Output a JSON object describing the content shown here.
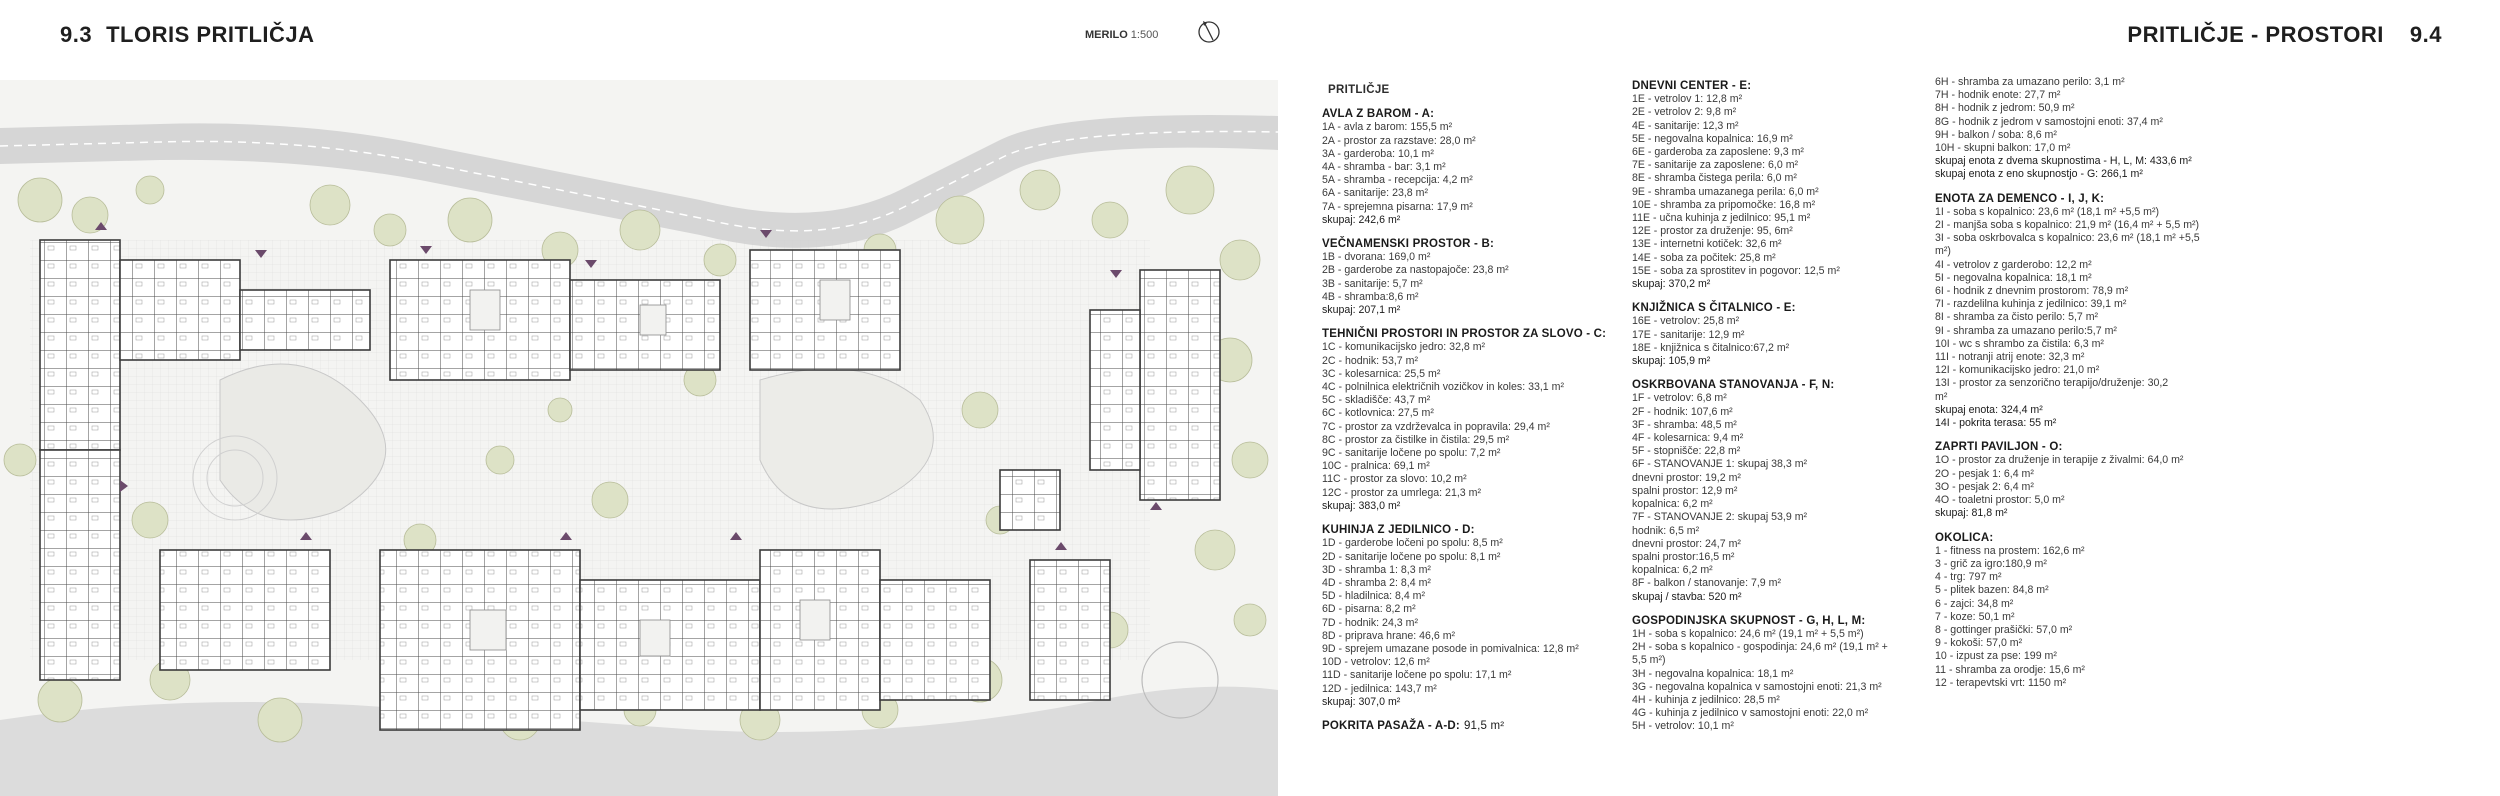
{
  "header_left": {
    "number": "9.3",
    "title": "TLORIS PRITLIČJA"
  },
  "header_right": {
    "title": "PRITLIČJE - PROSTORI",
    "number": "9.4"
  },
  "scale": {
    "label": "MERILO",
    "value": "1:500"
  },
  "legend": {
    "title": "PRITLIČJE",
    "col1": [
      {
        "heading": "AVLA Z BAROM - A:",
        "items": [
          "1A - avla z barom: 155,5 m²",
          "2A - prostor za razstave: 28,0 m²",
          "3A - garderoba: 10,1 m²",
          "4A - shramba - bar: 3,1 m²",
          "5A - shramba - recepcija: 4,2 m²",
          "6A - sanitarije: 23,8 m²",
          "7A - sprejemna pisarna: 17,9 m²"
        ],
        "total": "skupaj: 242,6 m²"
      },
      {
        "heading": "VEČNAMENSKI PROSTOR - B:",
        "items": [
          "1B - dvorana: 169,0 m²",
          "2B - garderobe za nastopajoče: 23,8 m²",
          "3B - sanitarije: 5,7 m²",
          "4B - shramba:8,6 m²"
        ],
        "total": "skupaj: 207,1 m²"
      },
      {
        "heading": "TEHNIČNI PROSTORI IN PROSTOR ZA SLOVO - C:",
        "items": [
          "1C - komunikacijsko jedro: 32,8 m²",
          "2C - hodnik: 53,7 m²",
          "3C - kolesarnica: 25,5 m²",
          "4C - polnilnica električnih vozičkov in koles: 33,1 m²",
          "5C - skladišče: 43,7 m²",
          "6C - kotlovnica: 27,5 m²",
          "7C - prostor za vzdrževalca in popravila: 29,4 m²",
          "8C - prostor za čistilke in čistila: 29,5 m²",
          "9C - sanitarije ločene po spolu: 7,2 m²",
          "10C - pralnica: 69,1 m²",
          "11C - prostor za slovo: 10,2 m²",
          "12C - prostor za umrlega: 21,3 m²"
        ],
        "total": "skupaj: 383,0 m²"
      },
      {
        "heading": "KUHINJA Z JEDILNICO - D:",
        "items": [
          "1D - garderobe ločeni po spolu: 8,5 m²",
          "2D - sanitarije ločene po spolu: 8,1 m²",
          "3D - shramba 1: 8,3 m²",
          "4D - shramba 2: 8,4 m²",
          "5D - hladilnica: 8,4 m²",
          "6D - pisarna: 8,2 m²",
          "7D - hodnik: 24,3 m²",
          "8D - priprava hrane: 46,6 m²",
          "9D - sprejem umazane posode in pomivalnica: 12,8 m²",
          "10D - vetrolov: 12,6 m²",
          "11D - sanitarije ločene po spolu: 17,1 m²",
          "12D - jedilnica: 143,7 m²"
        ],
        "total": "skupaj: 307,0 m²"
      },
      {
        "heading": "POKRITA PASAŽA - A-D:",
        "heading_value": "91,5 m²",
        "items": [],
        "total": ""
      }
    ],
    "col2": [
      {
        "heading": "DNEVNI CENTER - E:",
        "items": [
          "1E - vetrolov 1: 12,8 m²",
          "2E - vetrolov 2: 9,8 m²",
          "4E - sanitarije: 12,3 m²",
          "5E - negovalna kopalnica: 16,9 m²",
          "6E - garderoba za zaposlene: 9,3 m²",
          "7E - sanitarije za zaposlene: 6,0 m²",
          "8E - shramba čistega perila: 6,0 m²",
          "9E - shramba umazanega perila: 6,0 m²",
          "10E - shramba za pripomočke: 16,8 m²",
          "11E - učna kuhinja z jedilnico: 95,1 m²",
          "12E - prostor za druženje: 95, 6m²",
          "13E - internetni kotiček: 32,6 m²",
          "14E - soba za počitek: 25,8 m²",
          "15E - soba za sprostitev in pogovor: 12,5 m²"
        ],
        "total": "skupaj: 370,2 m²"
      },
      {
        "heading": "KNJIŽNICA S ČITALNICO - E:",
        "items": [
          "16E - vetrolov: 25,8 m²",
          "17E - sanitarije: 12,9 m²",
          "18E - knjižnica s čitalnico:67,2 m²"
        ],
        "total": "skupaj: 105,9 m²"
      },
      {
        "heading": "OSKRBOVANA STANOVANJA - F, N:",
        "items": [
          "1F - vetrolov: 6,8 m²",
          "2F - hodnik: 107,6 m²",
          "3F - shramba: 48,5 m²",
          "4F - kolesarnica: 9,4 m²",
          "5F - stopnišče: 22,8 m²",
          "6F - STANOVANJE 1: skupaj 38,3 m²",
          "dnevni prostor: 19,2 m²",
          "spalni prostor: 12,9 m²",
          "kopalnica: 6,2 m²",
          "7F - STANOVANJE 2: skupaj 53,9 m²",
          "hodnik: 6,5 m²",
          "dnevni prostor: 24,7 m²",
          "spalni prostor:16,5 m²",
          "kopalnica: 6,2 m²",
          "8F - balkon / stanovanje: 7,9 m²"
        ],
        "total": "skupaj / stavba: 520 m²"
      },
      {
        "heading": "GOSPODINJSKA SKUPNOST - G, H, L, M:",
        "items": [
          "1H - soba s kopalnico: 24,6 m² (19,1 m² + 5,5 m²)",
          "2H - soba s kopalnico - gospodinja: 24,6 m² (19,1 m² +",
          "5,5 m²)",
          "3H - negovalna kopalnica: 18,1 m²",
          "3G - negovalna kopalnica v samostojni enoti: 21,3 m²",
          "4H - kuhinja z jedilnico: 28,5 m²",
          "4G - kuhinja z jedilnico v samostojni enoti: 22,0 m²",
          "5H - vetrolov: 10,1 m²"
        ],
        "total": ""
      }
    ],
    "col3": [
      {
        "heading": "",
        "items": [
          "6H - shramba za umazano perilo: 3,1 m²",
          "7H - hodnik enote: 27,7 m²",
          "8H - hodnik z jedrom: 50,9 m²",
          "8G - hodnik z jedrom v samostojni enoti: 37,4 m²",
          "9H - balkon / soba: 8,6 m²",
          "10H - skupni balkon: 17,0 m²"
        ],
        "totals": [
          "skupaj enota z dvema skupnostima - H, L, M: 433,6 m²",
          "skupaj enota z eno skupnostjo - G: 266,1 m²"
        ]
      },
      {
        "heading": "ENOTA ZA DEMENCO - I, J, K:",
        "items": [
          "1I - soba s kopalnico: 23,6 m² (18,1 m² +5,5 m²)",
          "2I - manjša soba s kopalnico: 21,9 m² (16,4 m² + 5,5 m²)",
          "3I - soba oskrbovalca s kopalnico: 23,6 m² (18,1 m² +5,5",
          "m²)",
          "4I - vetrolov z garderobo: 12,2 m²",
          "5I - negovalna kopalnica: 18,1 m²",
          "6I - hodnik z dnevnim prostorom: 78,9 m²",
          "7I - razdelilna kuhinja z jedilnico: 39,1 m²",
          "8I - shramba za čisto perilo: 5,7 m²",
          "9I - shramba za umazano perilo:5,7 m²",
          "10I - wc s shrambo za čistila: 6,3 m²",
          "11I - notranji atrij enote: 32,3 m²",
          "12I - komunikacijsko jedro: 21,0 m²",
          "13I - prostor za senzorično terapijo/druženje: 30,2",
          "m²"
        ],
        "totals": [
          "skupaj enota: 324,4 m²",
          "14I - pokrita terasa: 55 m²"
        ]
      },
      {
        "heading": "ZAPRTI PAVILJON - O:",
        "items": [
          "1O - prostor za druženje in terapije z živalmi: 64,0 m²",
          "2O - pesjak 1: 6,4 m²",
          "3O - pesjak 2: 6,4 m²",
          "4O - toaletni prostor: 5,0 m²"
        ],
        "totals": [
          "skupaj: 81,8 m²"
        ]
      },
      {
        "heading": "OKOLICA:",
        "items": [
          "1 - fitness na prostem: 162,6 m²",
          "3 - grič za igro:180,9 m²",
          "4 - trg: 797 m²",
          "5 - plitek bazen: 84,8 m²",
          "6 - zajci: 34,8 m²",
          "7 - koze: 50,1 m²",
          "8 - gottinger prašički: 57,0 m²",
          "9 - kokoši: 57,0 m²",
          "10 - izpust za pse: 199 m²",
          "11 - shramba za orodje: 15,6 m²",
          "12 - terapevtski vrt: 1150 m²"
        ],
        "totals": []
      }
    ]
  },
  "colors": {
    "wall": "#3b3b3b",
    "tree": "#dbe0c2",
    "paving": "#e6e6e6",
    "road": "#d8d8d8",
    "marker": "#6b4a6b"
  }
}
